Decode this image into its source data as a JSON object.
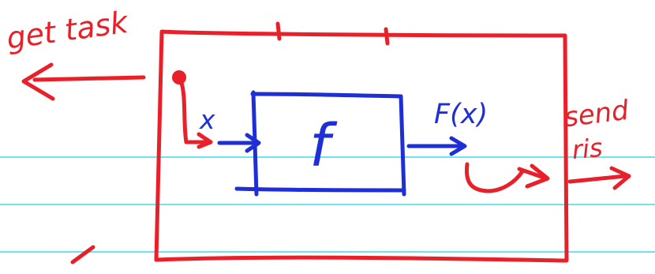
{
  "note": {
    "background": "#ffffff",
    "rule_color": "#6fe3f2",
    "red_ink": "#e8202a",
    "blue_ink": "#1f2fd6"
  },
  "labels": {
    "get_tasks": "get task",
    "input": "x",
    "function": "f",
    "output": "F(x)",
    "send": "send",
    "result": "ris"
  },
  "icons": {
    "left_arrow": "arrow-left-icon",
    "right_arrow": "arrow-right-icon",
    "start_dot": "red-dot-icon"
  }
}
